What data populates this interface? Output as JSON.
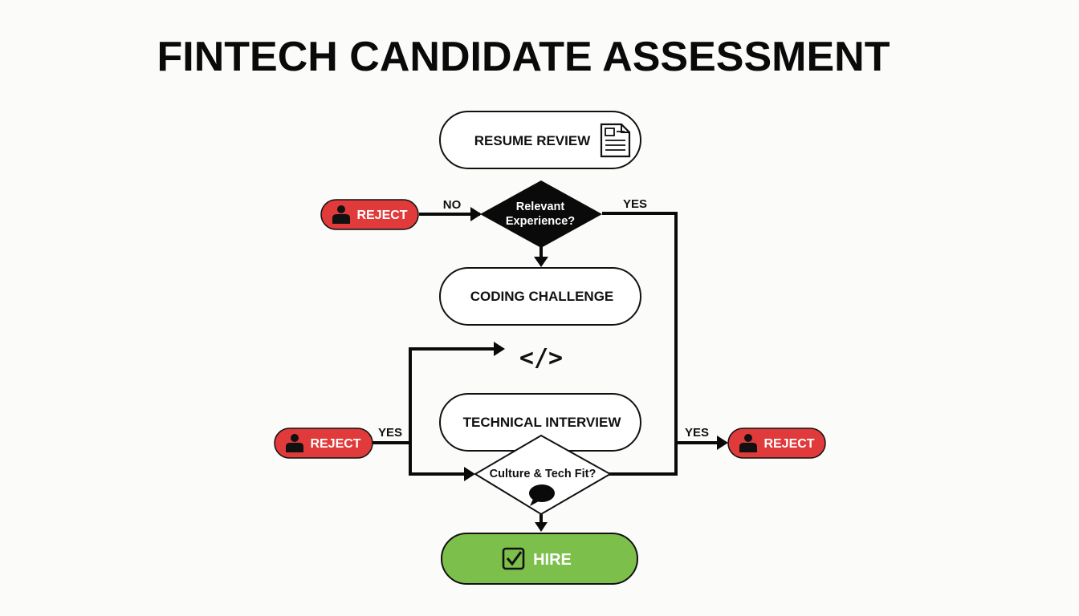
{
  "title": "FINTECH CANDIDATE ASSESSMENT",
  "nodes": {
    "resume_review": "RESUME REVIEW",
    "relevant_experience_line1": "Relevant",
    "relevant_experience_line2": "Experience?",
    "coding_challenge": "CODING CHALLENGE",
    "technical_interview": "TECHNICAL INTERVIEW",
    "culture_tech_fit": "Culture & Tech Fit?",
    "hire": "HIRE",
    "reject_top": "REJECT",
    "reject_left": "REJECT",
    "reject_right": "REJECT"
  },
  "edge_labels": {
    "no_to_reject": "NO",
    "yes_top_right": "YES",
    "yes_left": "YES",
    "yes_right": "YES"
  },
  "icons": {
    "resume": "document-icon",
    "code": "code-brackets-icon",
    "code_glyph": "</>",
    "chat": "speech-bubble-icon",
    "check": "checkbox-check-icon",
    "person": "person-icon"
  },
  "colors": {
    "reject_fill": "#e03a3a",
    "hire_fill": "#7cc04b",
    "decision_fill": "#0a0a0a",
    "line": "#0a0a0a"
  }
}
